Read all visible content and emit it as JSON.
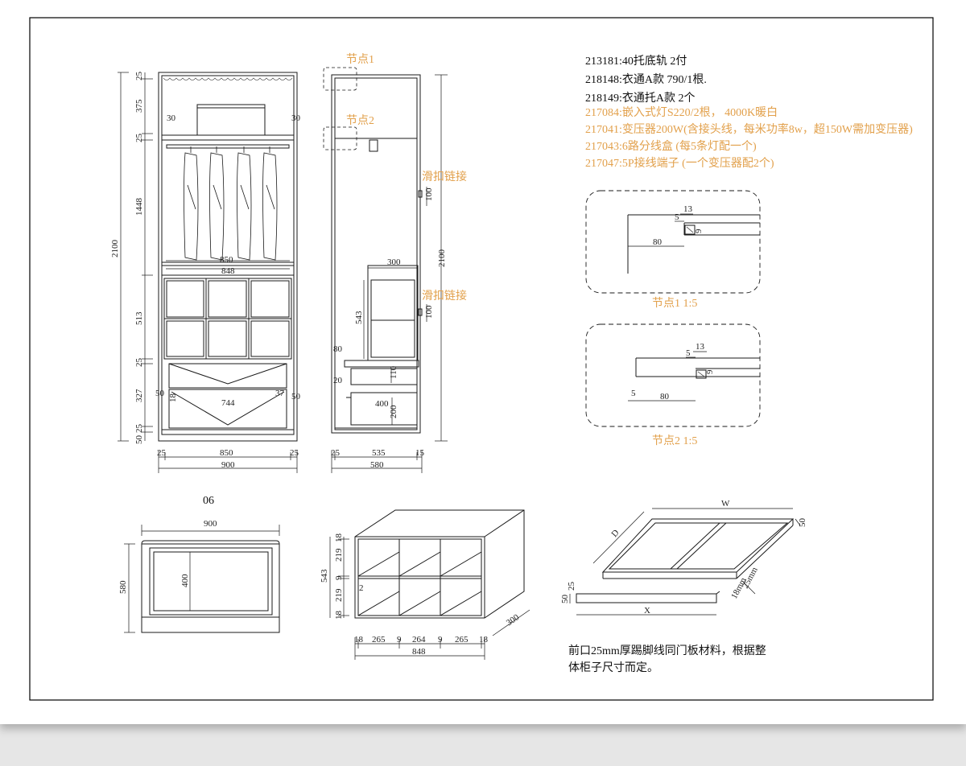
{
  "colors": {
    "line": "#1a1a1a",
    "accent": "#e2a04b",
    "frame": "#000000",
    "page_bg": "#e6e6e6"
  },
  "notes": [
    {
      "text": "213181:40托底轨 2付",
      "accent": false
    },
    {
      "text": "218148:衣通A款 790/1根.",
      "accent": false
    },
    {
      "text": "218149:衣通托A款 2个",
      "accent": false
    },
    {
      "text": "217084:嵌入式灯S220/2根， 4000K暖白",
      "accent": true
    },
    {
      "text": "217041:变压器200W(含接头线，每米功率8w，超150W需加变压器)",
      "accent": true
    },
    {
      "text": "217043:6路分线盒 (每5条灯配一个)",
      "accent": true
    },
    {
      "text": "217047:5P接线端子 (一个变压器配2个)",
      "accent": true
    }
  ],
  "labels": {
    "node1": "节点1",
    "node2": "节点2",
    "slide_link_1": "滑扣链接",
    "slide_link_2": "滑扣链接",
    "detail1_caption": "节点1 1:5",
    "detail2_caption": "节点2 1:5",
    "plan_label": "06",
    "footnote_line1": "前口25mm厚踢脚线同门板材料，根据整",
    "footnote_line2": "体柜子尺寸而定。"
  },
  "front_dims": {
    "total_height": "2100",
    "h25a": "25",
    "h375": "375",
    "h25b": "25",
    "h1448": "1448",
    "h513": "513",
    "h25c": "25",
    "h327": "327",
    "h25d": "25",
    "h50": "50",
    "w30a": "30",
    "w30b": "30",
    "w850_top": "850",
    "w848": "848",
    "w50a": "50",
    "w50b": "50",
    "w744": "744",
    "w37": "37",
    "w18": "18",
    "w25a": "25",
    "w850": "850",
    "w25b": "25",
    "w900": "900"
  },
  "side_dims": {
    "h2100": "2100",
    "w300": "300",
    "h543": "543",
    "w80": "80",
    "w20": "20",
    "h110": "110",
    "w400": "400",
    "h200": "200",
    "h100a": "100",
    "h100b": "100",
    "w25": "25",
    "w535": "535",
    "w15": "15",
    "w580": "580"
  },
  "detail1_dims": {
    "d13": "13",
    "d5": "5",
    "d9": "9",
    "d80": "80"
  },
  "detail2_dims": {
    "d13": "13",
    "d5": "5",
    "d9": "9",
    "d5b": "5",
    "d80": "80"
  },
  "plan_dims": {
    "w900": "900",
    "d580": "580",
    "d400": "400"
  },
  "box_dims": {
    "h18a": "18",
    "h219a": "219",
    "h9": "9",
    "h219b": "219",
    "h18b": "18",
    "h543": "543",
    "w18a": "18",
    "w265a": "265",
    "w9a": "9",
    "w264": "264",
    "w9b": "9",
    "w265b": "265",
    "w18b": "18",
    "w848": "848",
    "d300": "300",
    "i2": "2"
  },
  "frame_dims": {
    "W": "W",
    "D": "D",
    "X": "X",
    "h50": "50",
    "h25": "25",
    "h50b": "50",
    "b18mm": "18mm",
    "b25mm": "25mm"
  }
}
